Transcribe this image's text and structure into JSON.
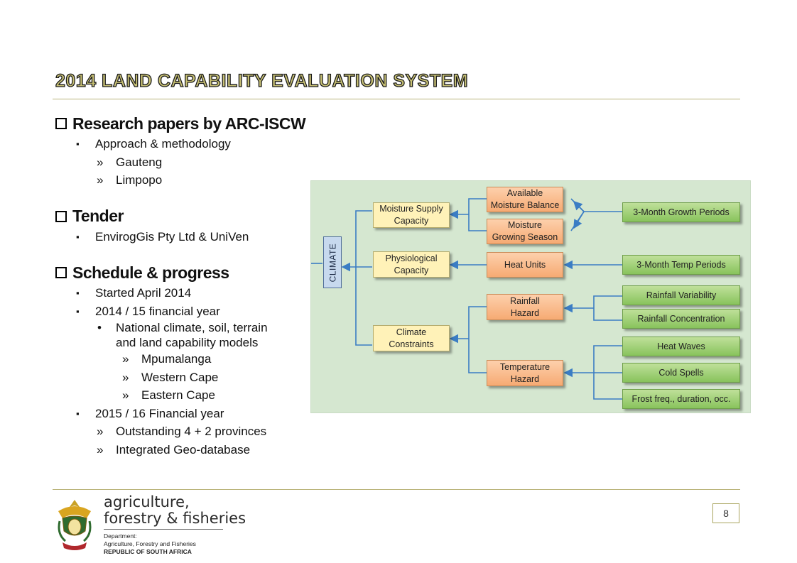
{
  "slide": {
    "title": "2014 LAND CAPABILITY EVALUATION SYSTEM",
    "page_number": "8",
    "accent_color": "#c9c275"
  },
  "content": {
    "sections": [
      {
        "heading": "Research papers by ARC-ISCW",
        "items": [
          {
            "level": "bullet",
            "text": "Approach & methodology"
          },
          {
            "level": "arrow",
            "text": "Gauteng"
          },
          {
            "level": "arrow",
            "text": "Limpopo"
          }
        ]
      },
      {
        "heading": "Tender",
        "items": [
          {
            "level": "bullet",
            "text": "EnvirogGis Pty Ltd & UniVen"
          }
        ]
      },
      {
        "heading": "Schedule & progress",
        "items": [
          {
            "level": "bullet",
            "text": "Started  April 2014"
          },
          {
            "level": "bullet",
            "text": "2014 / 15 financial year"
          },
          {
            "level": "dot",
            "text": "National climate, soil, terrain"
          },
          {
            "level": "dot-cont",
            "text": "and land capability models"
          },
          {
            "level": "arrow2",
            "text": "Mpumalanga"
          },
          {
            "level": "arrow2",
            "text": "Western Cape"
          },
          {
            "level": "arrow2",
            "text": "Eastern Cape"
          },
          {
            "level": "bullet",
            "text": "2015 / 16 Financial year"
          },
          {
            "level": "arrow",
            "text": "Outstanding 4 + 2 provinces"
          },
          {
            "level": "arrow",
            "text": "Integrated Geo-database"
          }
        ]
      }
    ]
  },
  "diagram": {
    "root": "CLIMATE",
    "capacities": [
      {
        "line1": "Moisture Supply",
        "line2": "Capacity"
      },
      {
        "line1": "Physiological",
        "line2": "Capacity"
      },
      {
        "line1": "Climate",
        "line2": "Constraints"
      }
    ],
    "factors": [
      {
        "line1": "Available",
        "line2": "Moisture Balance"
      },
      {
        "line1": "Moisture",
        "line2": "Growing Season"
      },
      {
        "line1": "Heat Units",
        "line2": ""
      },
      {
        "line1": "Rainfall",
        "line2": "Hazard"
      },
      {
        "line1": "Temperature",
        "line2": "Hazard"
      }
    ],
    "inputs": [
      "3-Month Growth Periods",
      "3-Month Temp Periods",
      "Rainfall Variability",
      "Rainfall Concentration",
      "Heat Waves",
      "Cold Spells",
      "Frost freq., duration, occ."
    ],
    "colors": {
      "capacity": "#fff2b8",
      "factor": "#f6aa73",
      "input": "#88c35c",
      "connector": "#3b7dc4",
      "background": "#d5e7d0"
    }
  },
  "footer": {
    "dept_name_line1": "agriculture,",
    "dept_name_line2": "forestry & fisheries",
    "sub1": "Department:",
    "sub2": "Agriculture, Forestry and Fisheries",
    "sub3": "REPUBLIC OF SOUTH AFRICA",
    "logo_icon": "coat-of-arms-icon"
  }
}
